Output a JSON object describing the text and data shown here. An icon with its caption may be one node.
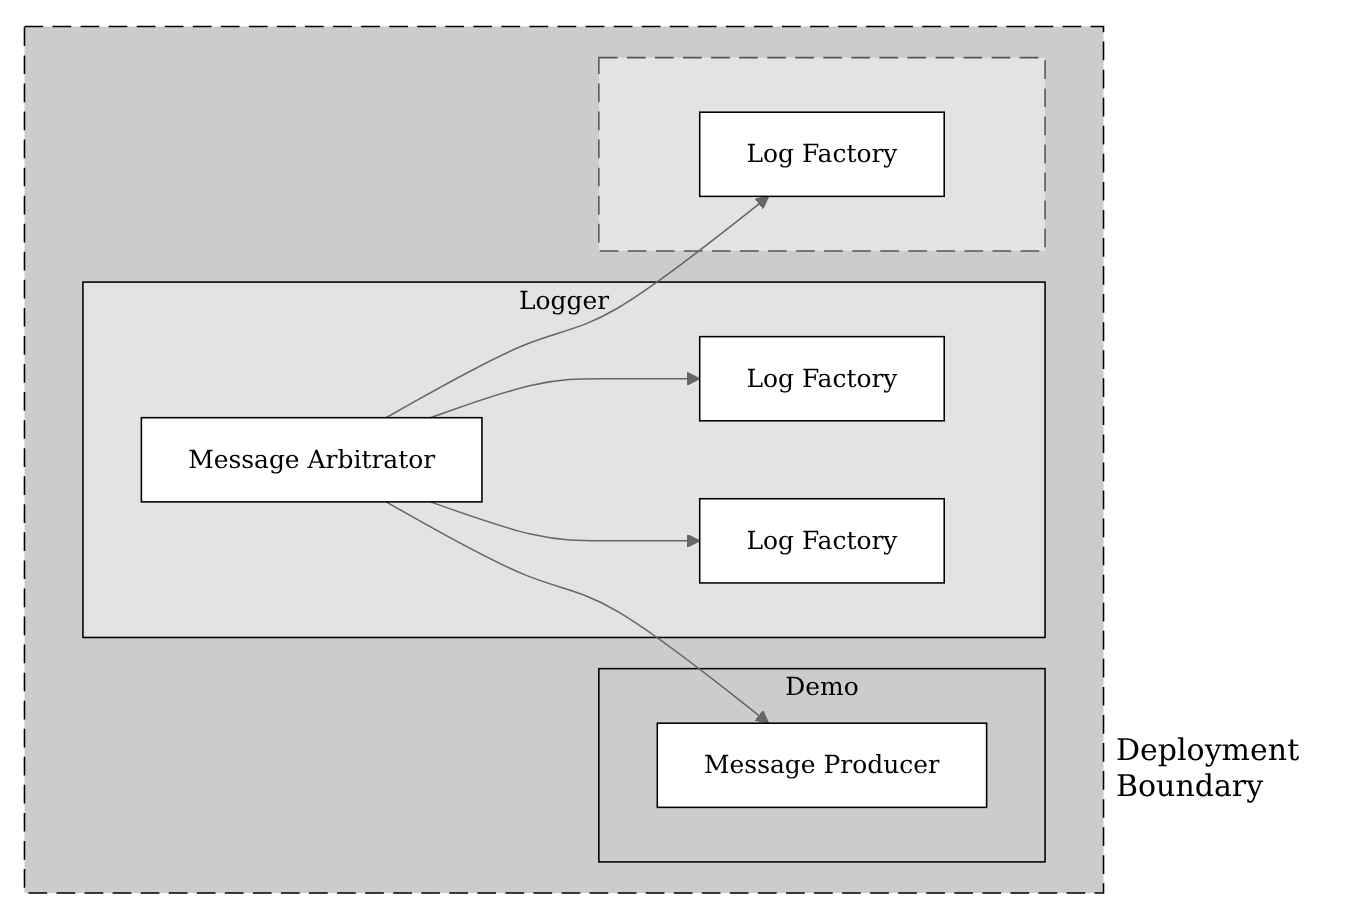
{
  "diagram": {
    "nodes": [
      {
        "text": [],
        "shape": "box"
      },
      {
        "text": [
          "Demo"
        ],
        "in": 0
      },
      {
        "text": [
          "Message Producer"
        ],
        "in": 1
      },
      {
        "text": [
          "Logger"
        ],
        "in": 0
      },
      {
        "text": [
          "Message Arbitrator"
        ],
        "in": 3
      },
      {
        "text": [],
        "shape": "box",
        "in": 0
      },
      {
        "text": [
          "Log Factory"
        ],
        "in": 5
      },
      {
        "text": [
          "Log Factory"
        ],
        "in": 3
      },
      {
        "text": [
          "Log Factory"
        ],
        "in": 3
      }
    ],
    "edges": [
      {
        "from": 4,
        "to": 2,
        "arrow": "to"
      },
      {
        "from": 4,
        "to": 6,
        "arrow": "to"
      },
      {
        "from": 4,
        "to": 7,
        "arrow": "to"
      },
      {
        "from": 4,
        "to": 8,
        "arrow": "to"
      }
    ],
    "labels": [
      "Deployment Boundary"
    ]
  }
}
